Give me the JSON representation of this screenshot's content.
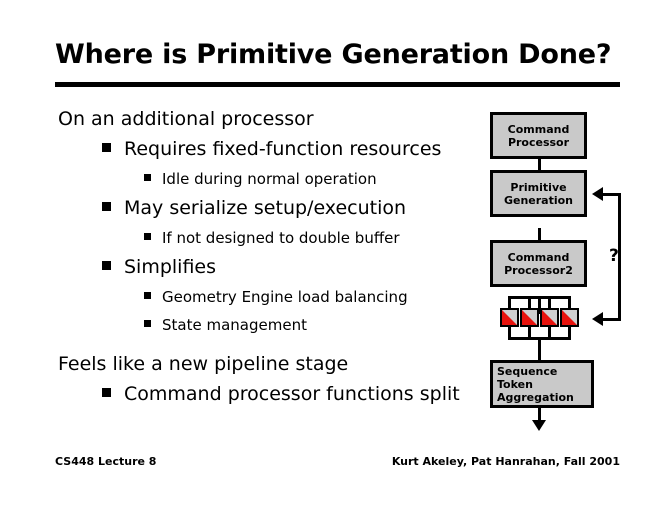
{
  "slide": {
    "title": "Where is Primitive Generation Done?",
    "bullets": [
      {
        "level": 1,
        "text": "On an additional processor"
      },
      {
        "level": 2,
        "text": "Requires fixed-function resources"
      },
      {
        "level": 3,
        "text": "Idle during normal operation"
      },
      {
        "level": 2,
        "text": "May serialize setup/execution"
      },
      {
        "level": 3,
        "text": "If not designed to double buffer"
      },
      {
        "level": 2,
        "text": "Simplifies"
      },
      {
        "level": 3,
        "text": "Geometry Engine load balancing"
      },
      {
        "level": 3,
        "text": "State management"
      },
      {
        "level": 1,
        "text": "Feels like a new pipeline stage"
      },
      {
        "level": 2,
        "text": "Command processor functions split"
      }
    ],
    "footer": {
      "left": "CS448 Lecture 8",
      "right": "Kurt Akeley, Pat Hanrahan, Fall 2001"
    }
  },
  "diagram": {
    "boxes": [
      {
        "name": "command-processor",
        "line1": "Command",
        "line2": "Processor",
        "align": "center"
      },
      {
        "name": "primitive-generation",
        "line1": "Primitive",
        "line2": "Generation",
        "align": "center"
      },
      {
        "name": "command-processor-2",
        "line1": "Command",
        "line2": "Processor2",
        "align": "center"
      },
      {
        "name": "sequence-token-aggregation",
        "line1": "Sequence Token",
        "line2": "Aggregation",
        "align": "left"
      }
    ],
    "processor_elements": 4,
    "feedback_label": "?",
    "colors": {
      "box_fill": "#c9c9c9",
      "box_border": "#000000",
      "element_red": "#e8120c",
      "element_gray": "#cfcfcf"
    }
  }
}
